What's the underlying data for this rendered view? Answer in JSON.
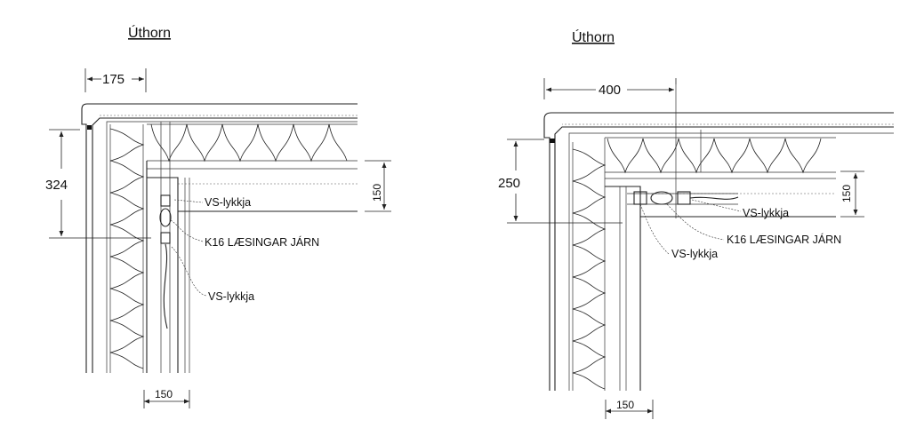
{
  "left_detail": {
    "title": "Úthorn",
    "dim_top": "175",
    "dim_left": "324",
    "dim_right": "150",
    "dim_bottom": "150",
    "label_upper": "VS-lykkja",
    "label_middle": "K16 LÆSINGAR JÁRN",
    "label_lower": "VS-lykkja"
  },
  "right_detail": {
    "title": "Úthorn",
    "dim_top": "400",
    "dim_left": "250",
    "dim_right": "150",
    "dim_bottom": "150",
    "label_upper": "VS-lykkja",
    "label_middle": "K16 LÆSINGAR JÁRN",
    "label_lower": "VS-lykkja"
  }
}
